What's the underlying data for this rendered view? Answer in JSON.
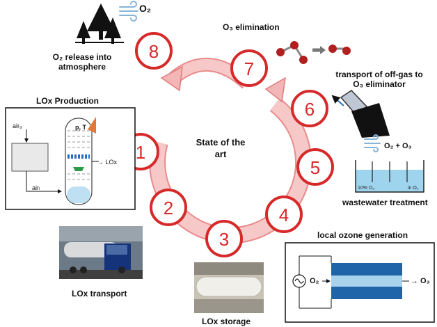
{
  "center": {
    "line1": "State of the",
    "line2": "art"
  },
  "steps": [
    {
      "n": "1"
    },
    {
      "n": "2"
    },
    {
      "n": "3"
    },
    {
      "n": "4"
    },
    {
      "n": "5"
    },
    {
      "n": "6"
    },
    {
      "n": "7"
    },
    {
      "n": "8"
    }
  ],
  "labels": {
    "lox_production": "LOx Production",
    "lox_transport": "LOx transport",
    "lox_storage": "LOx storage",
    "local_ozone": "local ozone generation",
    "wastewater": "wastewater treatment",
    "transport_offgas_1": "transport of off-gas to",
    "transport_offgas_2": "O₃ eliminator",
    "o3_elimination": "O₃ elimination",
    "release_1": "O₂ release into",
    "release_2": "atmosphere",
    "o2_top": "O₂",
    "o2_o3": "O₂ + O₃"
  },
  "production_box": {
    "air_g": "air₉",
    "air_l": "airₗ",
    "pt": "p, T",
    "lox": "→ LOx"
  },
  "tank_box": {
    "left": "10% O₃",
    "right": "in O₂"
  },
  "ozone_box": {
    "in": "O₂",
    "out": "→ O₃"
  },
  "colors": {
    "ring": "#f2b2b2",
    "ring_edge": "#e07a7a",
    "circle_fill": "#ffffff",
    "circle_edge": "#d62a2a",
    "number": "#d62a2a",
    "water": "#9fd4ee",
    "electrode": "#1f63a8"
  },
  "icons": [
    "tree-icon",
    "wind-icon",
    "molecule-icon",
    "arrow-right-icon",
    "truck-photo",
    "storage-tank-photo",
    "diffuser-icon",
    "ac-source-icon"
  ]
}
